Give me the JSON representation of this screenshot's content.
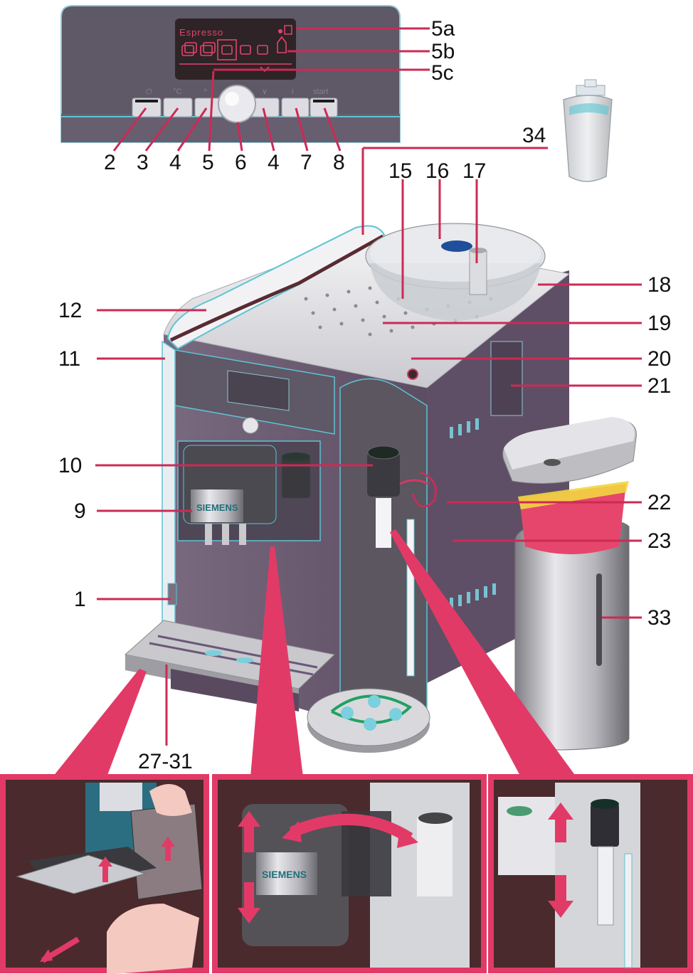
{
  "display": {
    "text": "Espresso",
    "button_labels": [
      "⏻",
      "°C",
      "^",
      "∨",
      "i",
      "start"
    ]
  },
  "brand": "SIEMENS",
  "callouts": {
    "c5a": "5a",
    "c5b": "5b",
    "c5c": "5c",
    "c2": "2",
    "c3": "3",
    "c4a": "4",
    "c5": "5",
    "c6": "6",
    "c4b": "4",
    "c7": "7",
    "c8": "8",
    "c34": "34",
    "c15": "15",
    "c16": "16",
    "c17": "17",
    "c12": "12",
    "c18": "18",
    "c11": "11",
    "c19": "19",
    "c20": "20",
    "c21": "21",
    "c10": "10",
    "c9": "9",
    "c22": "22",
    "c23": "23",
    "c1": "1",
    "c33": "33",
    "c27_31": "27-31"
  },
  "colors": {
    "accent": "#e23a67",
    "body": "#6b5a72",
    "outline": "#5cc4d2",
    "panel": "#5f5866"
  }
}
